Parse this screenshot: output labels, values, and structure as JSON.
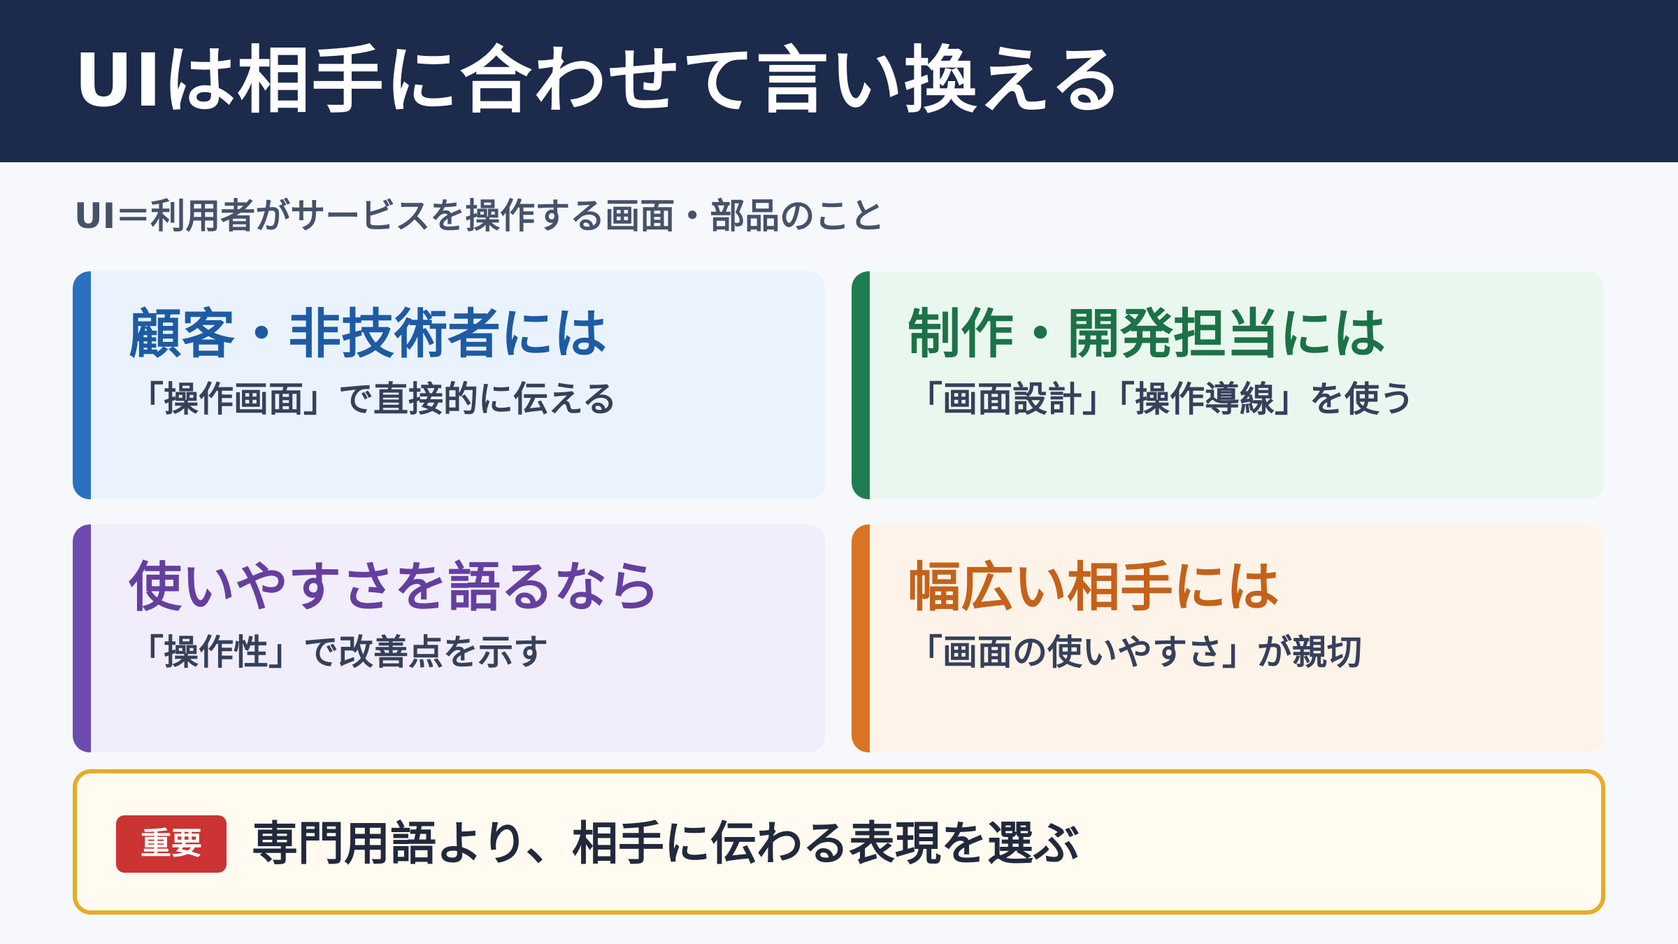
{
  "header": {
    "title": "UIは相手に合わせて言い換える"
  },
  "subtitle": "UI＝利用者がサービスを操作する画面・部品のこと",
  "cards": [
    {
      "title": "顧客・非技術者には",
      "text": "「操作画面」で直接的に伝える",
      "accent_color": "#2a72c0"
    },
    {
      "title": "制作・開発担当には",
      "text": "「画面設計」「操作導線」を使う",
      "accent_color": "#1f7d52"
    },
    {
      "title": "使いやすさを語るなら",
      "text": "「操作性」で改善点を示す",
      "accent_color": "#6d4bb0"
    },
    {
      "title": "幅広い相手には",
      "text": "「画面の使いやすさ」が親切",
      "accent_color": "#d97424"
    }
  ],
  "callout": {
    "badge": "重要",
    "text": "専門用語より、相手に伝わる表現を選ぶ",
    "border_color": "#e8aa2a",
    "badge_color": "#cc3333"
  },
  "colors": {
    "header_bg": "#1c2a4b",
    "page_bg": "#f6f8fb"
  }
}
